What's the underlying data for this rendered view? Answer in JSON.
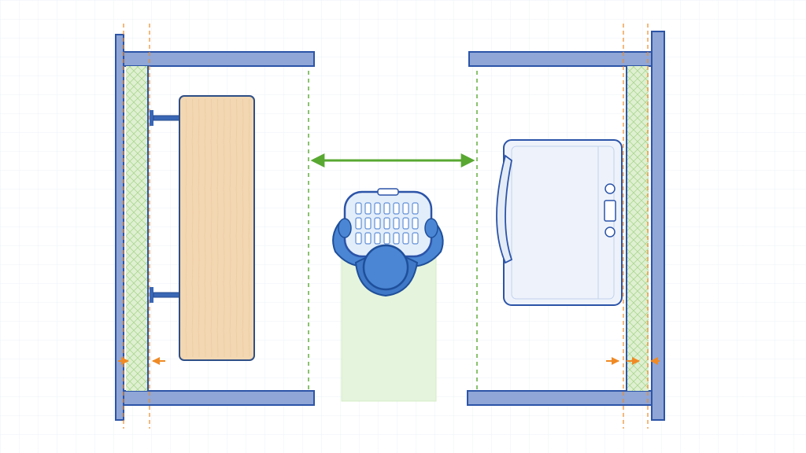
{
  "diagram": {
    "type": "plan-view",
    "description_visible_text": "",
    "colors": {
      "background": "#ffffff",
      "grid": "#eef2f7",
      "wall_fill": "#8fa6d6",
      "wall_stroke": "#2c54a8",
      "insulation_fill": "#dff0d2",
      "insulation_hatch": "#9fd07f",
      "dimension_orange": "#f08a24",
      "clearance_green": "#58a832",
      "walkway_fill": "#e5f4dc",
      "shelf_fill": "#f2d7b2",
      "shelf_stroke": "#2f4f86",
      "bracket": "#3a67b5",
      "appliance_fill": "#eef3fb",
      "appliance_stroke": "#2c54a8",
      "person_fill": "#4a86d4",
      "person_stroke": "#1f4f9a",
      "basket_fill": "#e3eefb"
    },
    "elements": {
      "left_wall": {
        "icon": "wall-section"
      },
      "right_wall": {
        "icon": "wall-section"
      },
      "left_insulation": {
        "icon": "hatched-insulation"
      },
      "right_insulation": {
        "icon": "hatched-insulation"
      },
      "folding_shelf": {
        "icon": "wall-mounted-shelf"
      },
      "shelf_brackets": {
        "icon": "bracket"
      },
      "washing_machine": {
        "icon": "washer-top-view"
      },
      "person_with_basket": {
        "icon": "person-carrying-laundry-basket"
      },
      "walkway_zone": {
        "icon": "clearance-zone"
      },
      "clearance_dimension": {
        "icon": "double-arrow"
      },
      "left_wall_thickness_dimension": {
        "icon": "inward-arrows"
      },
      "right_wall_thickness_dimension": {
        "icon": "inward-arrows"
      }
    }
  }
}
